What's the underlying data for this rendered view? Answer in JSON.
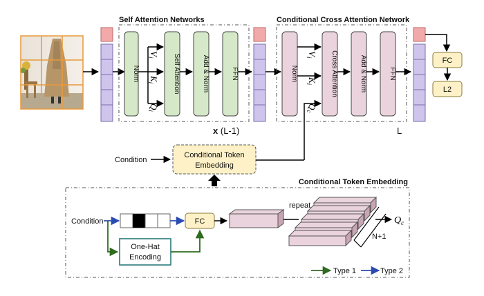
{
  "sections": {
    "san_title": "Self Attention Networks",
    "ccan_title": "Conditional Cross Attention Network",
    "cte_title": "Conditional Token Embedding"
  },
  "san": {
    "norm": "Norm",
    "attn": "Self Attention",
    "addnorm": "Add & Norm",
    "ffn": "FFN",
    "v": "V",
    "k": "K",
    "q": "Q",
    "sub": "i",
    "repeat_x": "x",
    "repeat_n": "(L-1)"
  },
  "ccan": {
    "norm": "Norm",
    "attn": "Cross Attention",
    "addnorm": "Add & Norm",
    "ffn": "FFN",
    "v": "V",
    "k": "K",
    "q": "Q",
    "sub_i": "i",
    "sub_c": "c",
    "repeat": "L"
  },
  "head": {
    "fc": "FC",
    "l2": "L2"
  },
  "cte_box": {
    "condition": "Condition",
    "line1": "Conditional Token",
    "line2": "Embedding"
  },
  "cte_detail": {
    "condition": "Condition",
    "onehot_line1": "One-Hat",
    "onehot_line2": "Encoding",
    "fc": "FC",
    "repeat": "repeat",
    "n_plus_1": "N+1",
    "q": "Q",
    "q_sub": "c"
  },
  "legend": {
    "type1": "Type 1",
    "type2": "Type 2"
  },
  "colors": {
    "cls_token": "#f2a9a9",
    "patch_token": "#cfc4ec",
    "san_block": "#d5e8c8",
    "ccan_block": "#ead3dd",
    "head_box": "#fff1c7",
    "cuboid_front": "#ead3dd",
    "cuboid_side": "#c9a5b4",
    "type1_arrow": "#2f6b1f",
    "type2_arrow": "#2a4cb0",
    "onehot_border": "#2a7a7a"
  }
}
